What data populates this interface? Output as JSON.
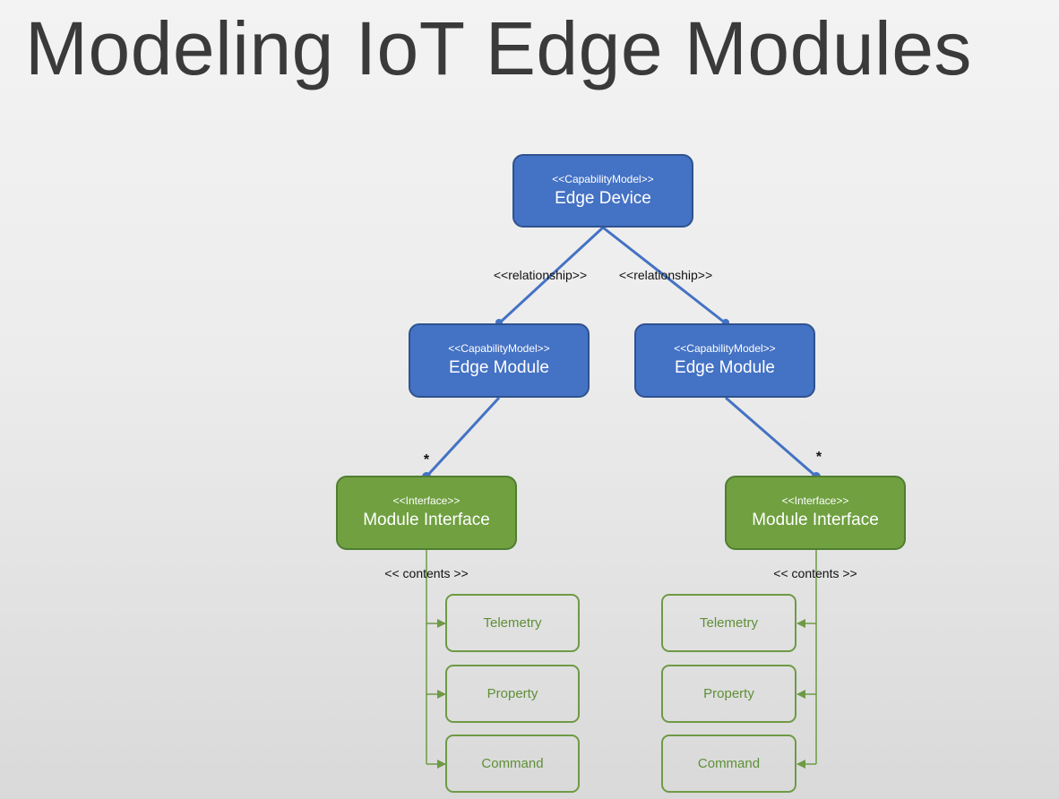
{
  "title": "Modeling IoT Edge Modules",
  "colors": {
    "capability_fill": "#4472c4",
    "interface_fill": "#70a040",
    "leaf_border": "#6e9a45",
    "connector_blue": "#4472c4",
    "connector_green": "#6e9a45"
  },
  "device": {
    "stereotype": "<<CapabilityModel>>",
    "name": "Edge Device"
  },
  "relationship_label": "<<relationship>>",
  "modules": [
    {
      "stereotype": "<<CapabilityModel>>",
      "name": "Edge Module",
      "multiplicity": "*",
      "interface": {
        "stereotype": "<<Interface>>",
        "name": "Module Interface"
      },
      "contents_label": "<< contents >>",
      "contents": [
        "Telemetry",
        "Property",
        "Command"
      ]
    },
    {
      "stereotype": "<<CapabilityModel>>",
      "name": "Edge Module",
      "multiplicity": "*",
      "interface": {
        "stereotype": "<<Interface>>",
        "name": "Module Interface"
      },
      "contents_label": "<< contents >>",
      "contents": [
        "Telemetry",
        "Property",
        "Command"
      ]
    }
  ]
}
